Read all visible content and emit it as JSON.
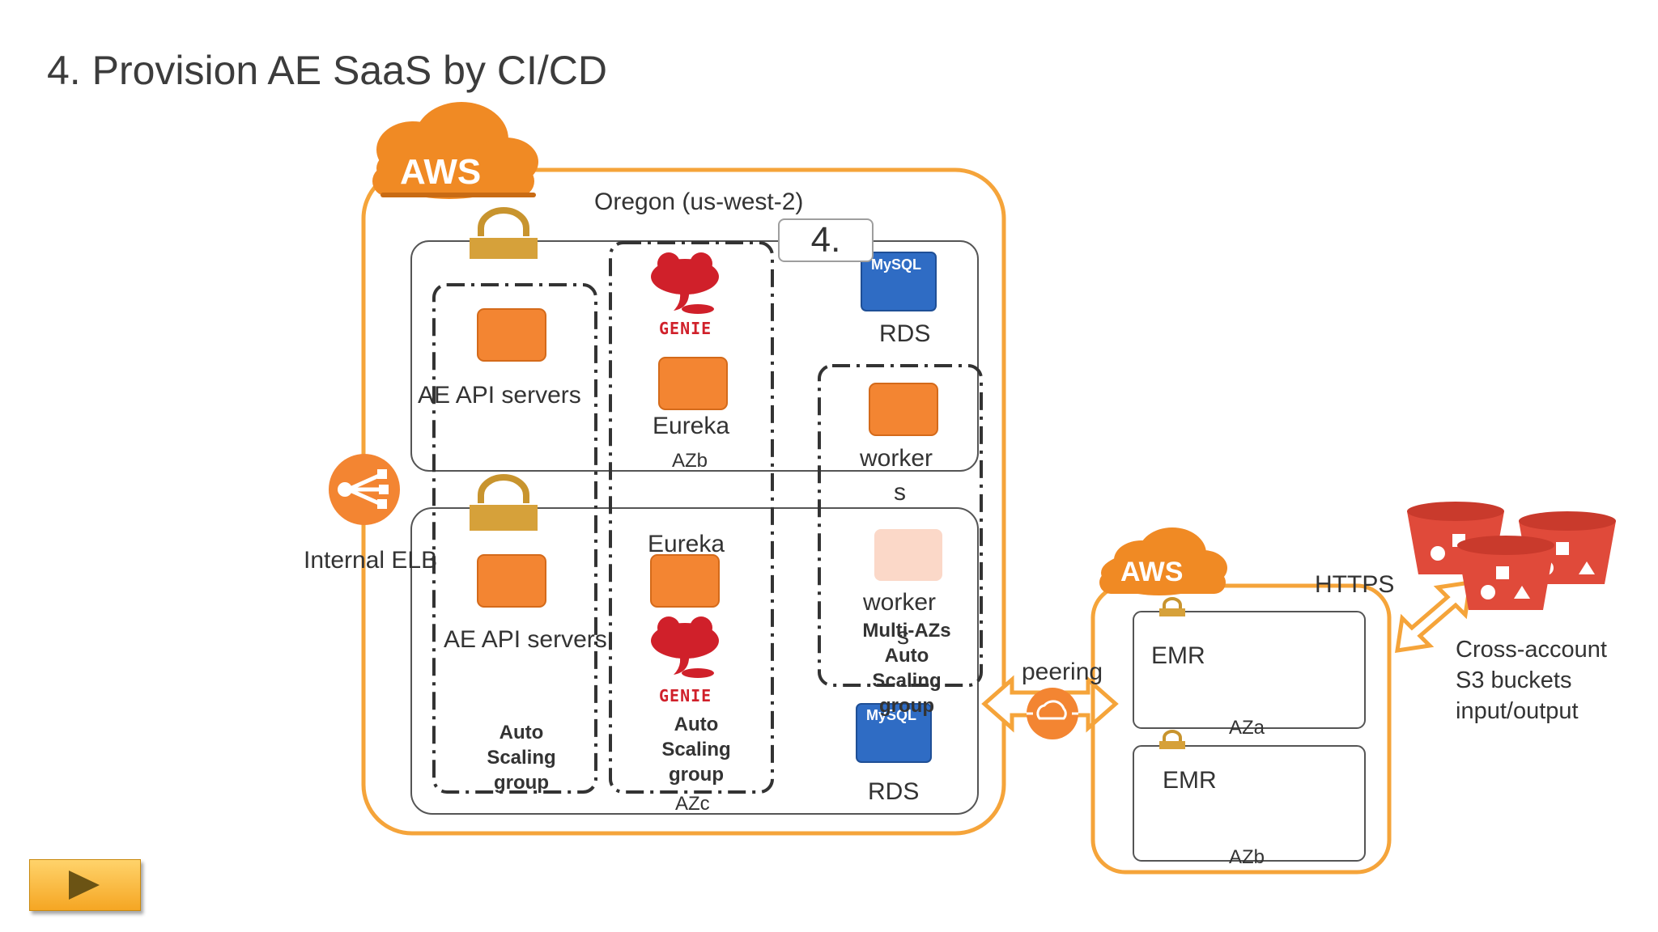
{
  "slide": {
    "title": "4. Provision AE SaaS by CI/CD",
    "step_badge": "4.",
    "colors": {
      "aws_orange": "#f08a24",
      "instance_orange": "#f38532",
      "instance_faded": "#fbd8c8",
      "rds_blue": "#2f6cc4",
      "lock_gold": "#d6a13a",
      "s3_red": "#e04a3a",
      "genie_red": "#d0202a"
    }
  },
  "main_aws": {
    "logo": "AWS",
    "region": "Oregon (us-west-2)",
    "subnet_top": {
      "api_servers": "AE API servers",
      "eureka": "Eureka",
      "az": "AZb",
      "genie": "GENIE",
      "mysql": "MySQL",
      "rds": "RDS",
      "workers": "worker",
      "workers_wrap": "s"
    },
    "subnet_bottom": {
      "api_servers": "AE API servers",
      "eureka": "Eureka",
      "az": "AZc",
      "genie": "GENIE",
      "mysql": "MySQL",
      "rds": "RDS",
      "workers": "worker",
      "workers_wrap": "s"
    },
    "asg_left": "Auto\nScaling\ngroup",
    "asg_middle": "Auto\nScaling\ngroup",
    "asg_right": "Multi-AZs\nAuto\nScaling\ngroup",
    "internal_elb": "Internal ELB"
  },
  "peering_label": "peering",
  "emr_aws": {
    "logo": "AWS",
    "https_label": "HTTPS",
    "emr_a": "EMR",
    "az_a": "AZa",
    "emr_b": "EMR",
    "az_b": "AZb"
  },
  "s3": {
    "label": "Cross-account\nS3 buckets\ninput/output"
  },
  "controls": {
    "play_icon": "play-icon"
  }
}
